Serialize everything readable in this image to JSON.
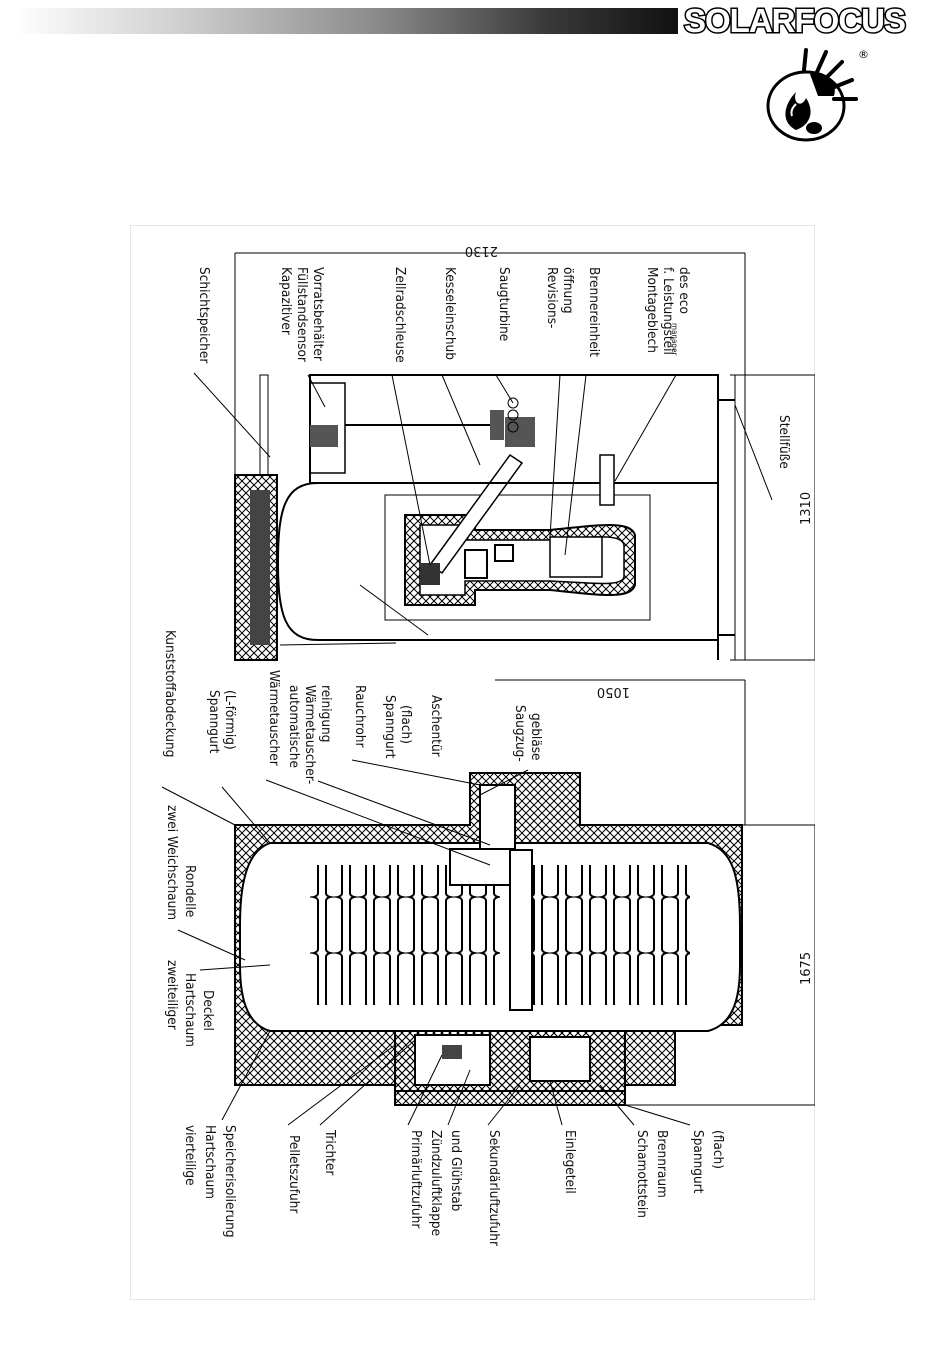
{
  "header": {
    "brand_name": "SOLARFOCUS",
    "registered_mark": "®",
    "logo_icon": "sun-flame-logo-icon"
  },
  "diagram": {
    "labels": {
      "schichtspeicher": "Schichtspeicher",
      "kapazitiver": "Kapazitiver",
      "fuellstandsensor": "Füllstandsensor",
      "vorratsbehaelter": "Vorratsbehälter",
      "zellradschleuse": "Zellradschleuse",
      "kesseleinschub": "Kesseleinschub",
      "saugturbine": "Saugturbine",
      "revisions": "Revisions-",
      "oeffnung": "öffnung",
      "brennereinheit": "Brennereinheit",
      "montageblech": "Montageblech",
      "leistungsteil": "f. Leistungsteil",
      "des_eco": "des eco",
      "manager_sup": "manager",
      "stellfuesse": "Stellfüße",
      "kunststoffabdeckung": "Kunststoffabdeckung",
      "spanngurt_l": "Spanngurt",
      "l_foermig": "(L-förmig)",
      "waermetauscher": "Wärmetauscher",
      "automatische": "automatische",
      "waermetauscher_dash": "Wärmetauscher-",
      "reinigung": "reinigung",
      "rauchrohr": "Rauchrohr",
      "spanngurt_flach_top": "Spanngurt",
      "flach_top": "(flach)",
      "aschentuer": "Aschentür",
      "saugzug": "Saugzug-",
      "geblaese": "gebläse",
      "zwei_weichschaum": "zwei Weichschaum",
      "rondelle": "Rondelle",
      "zweiteiliger": "zweiteiliger",
      "hartschaum_deckel": "Hartschaum",
      "deckel": "Deckel",
      "vierteilige": "vierteilige",
      "hartschaum_iso": "Hartschaum",
      "speicherisolierung": "Speicherisolierung",
      "pelletszufuhr": "Pelletszufuhr",
      "trichter": "Trichter",
      "primaerluftzufuhr": "Primärluftzufuhr",
      "zuendzuluftklappe": "Zündzuluftklappe",
      "und_gluehstab": "und Glühstab",
      "sekundaerluftzufuhr": "Sekundärluftzufuhr",
      "einlegeteil": "Einlegeteil",
      "schamottstein": "Schamottstein",
      "brennraum": "Brennraum",
      "spanngurt_bottom": "Spanngurt",
      "flach_bottom": "(flach)"
    },
    "dimensions": {
      "d2130": "2130",
      "d1310": "1310",
      "d1050": "1050",
      "d1675": "1675"
    }
  }
}
